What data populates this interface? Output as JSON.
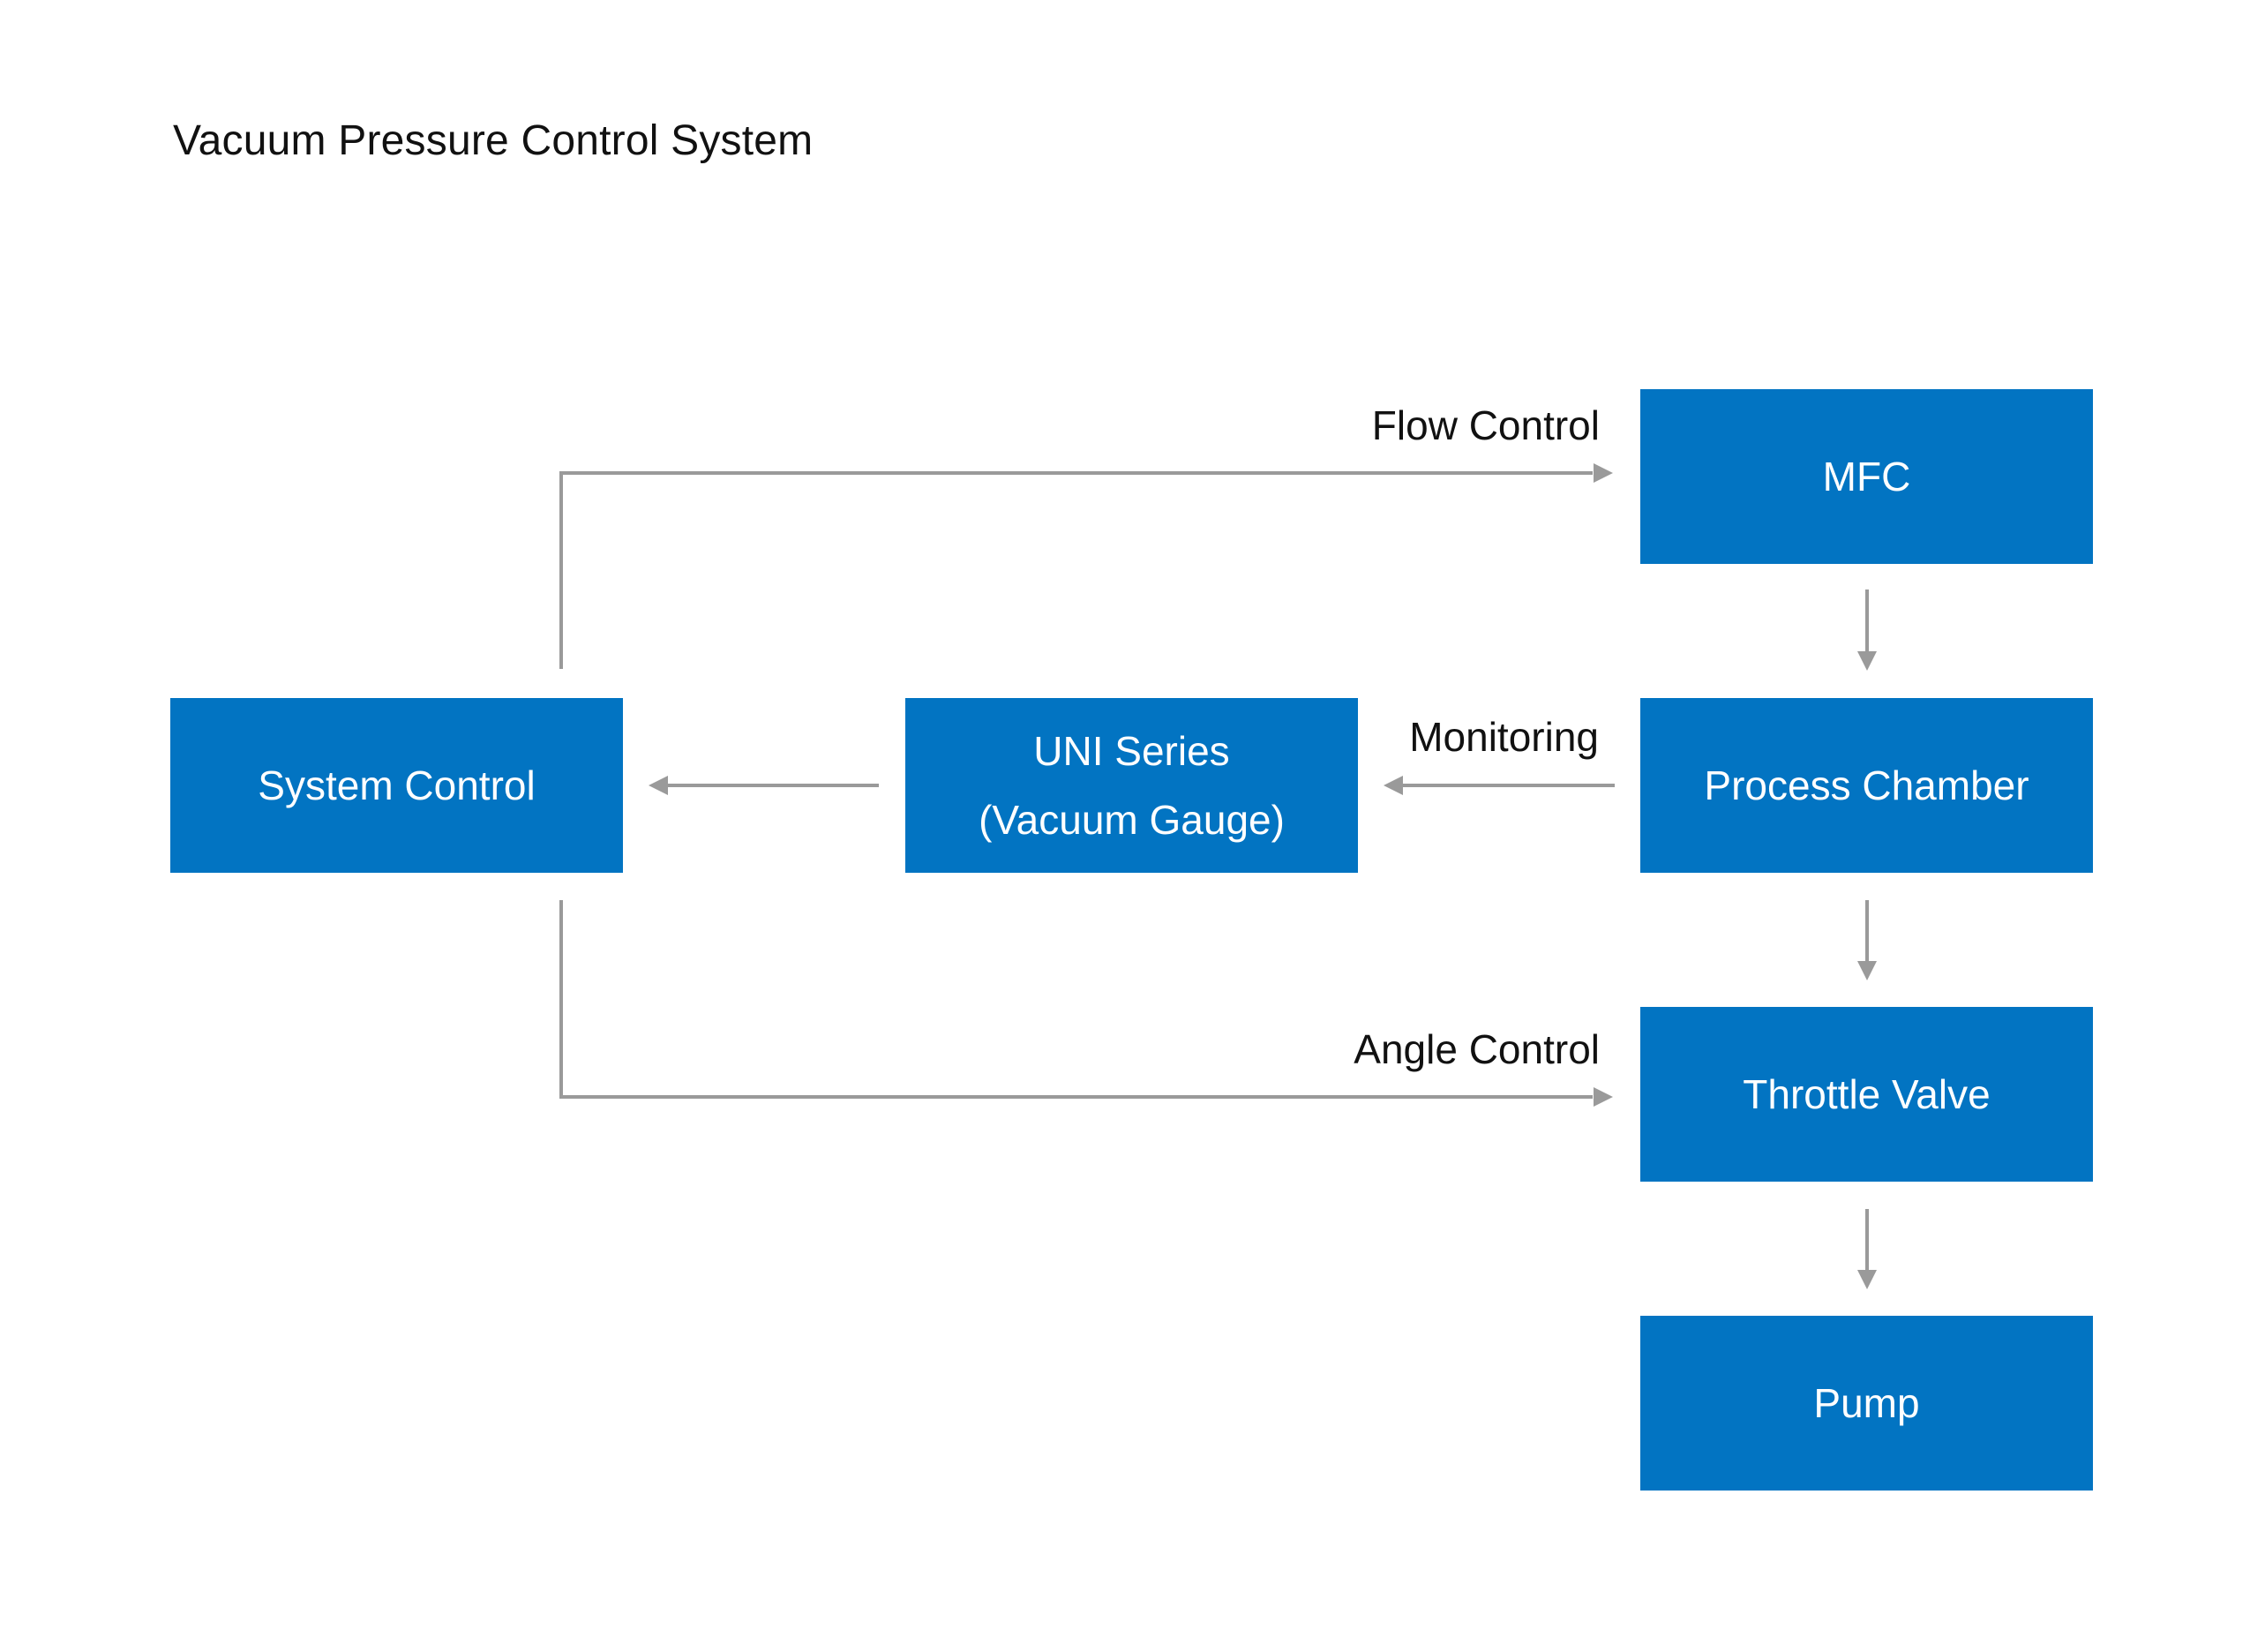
{
  "title": "Vacuum Pressure Control System",
  "colors": {
    "node_fill": "#0274c2",
    "node_text": "#ffffff",
    "connector": "#9a9a9a",
    "label_text": "#111111"
  },
  "nodes": {
    "mfc": "MFC",
    "process_chamber": "Process Chamber",
    "throttle_valve": "Throttle Valve",
    "pump": "Pump",
    "system_control": "System Control",
    "uni_series_line1": "UNI Series",
    "uni_series_line2": "(Vacuum Gauge)"
  },
  "edges": {
    "flow_control": "Flow Control",
    "monitoring": "Monitoring",
    "angle_control": "Angle Control"
  }
}
